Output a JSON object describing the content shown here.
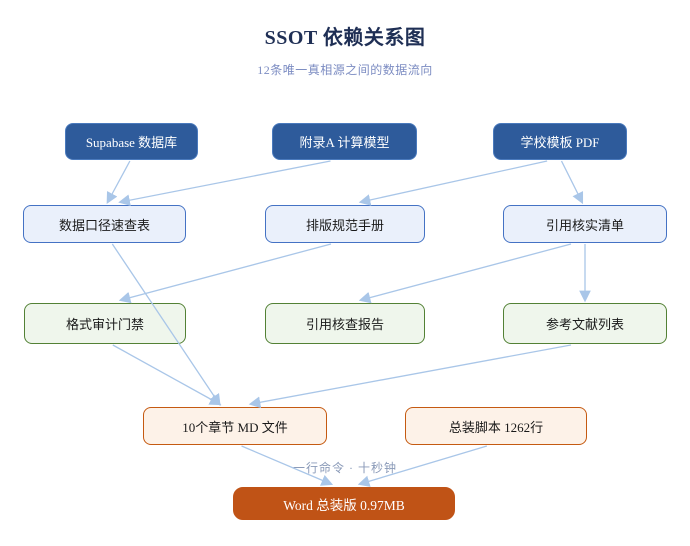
{
  "header": {
    "title": "SSOT 依赖关系图",
    "subtitle": "12条唯一真相源之间的数据流向"
  },
  "nodes": [
    {
      "id": "supabase-db",
      "label": "Supabase 数据库",
      "type": "source"
    },
    {
      "id": "appendix-a-model",
      "label": "附录A 计算模型",
      "type": "source"
    },
    {
      "id": "school-template-pdf",
      "label": "学校模板 PDF",
      "type": "source"
    },
    {
      "id": "data-caliber-sheet",
      "label": "数据口径速查表",
      "type": "doc"
    },
    {
      "id": "typesetting-manual",
      "label": "排版规范手册",
      "type": "doc"
    },
    {
      "id": "citation-verify-list",
      "label": "引用核实清单",
      "type": "doc"
    },
    {
      "id": "format-audit-gate",
      "label": "格式审计门禁",
      "type": "check"
    },
    {
      "id": "citation-check-report",
      "label": "引用核查报告",
      "type": "check"
    },
    {
      "id": "reference-list",
      "label": "参考文献列表",
      "type": "check"
    },
    {
      "id": "chapter-md-files",
      "label": "10个章节 MD 文件",
      "type": "build"
    },
    {
      "id": "assembly-script",
      "label": "总装脚本 1262行",
      "type": "build"
    },
    {
      "id": "word-final",
      "label": "Word 总装版 0.97MB",
      "type": "final"
    }
  ],
  "edges": [
    [
      "supabase-db",
      "data-caliber-sheet"
    ],
    [
      "appendix-a-model",
      "data-caliber-sheet"
    ],
    [
      "school-template-pdf",
      "typesetting-manual"
    ],
    [
      "school-template-pdf",
      "citation-verify-list"
    ],
    [
      "typesetting-manual",
      "format-audit-gate"
    ],
    [
      "citation-verify-list",
      "citation-check-report"
    ],
    [
      "citation-verify-list",
      "reference-list"
    ],
    [
      "data-caliber-sheet",
      "chapter-md-files"
    ],
    [
      "format-audit-gate",
      "chapter-md-files"
    ],
    [
      "reference-list",
      "chapter-md-files"
    ],
    [
      "chapter-md-files",
      "word-final"
    ],
    [
      "assembly-script",
      "word-final"
    ]
  ],
  "annotation": {
    "pipeline_note": "一行命令 · 十秒钟"
  },
  "colors": {
    "source_fill": "#2E5B9B",
    "doc_fill": "#EAF0FB",
    "doc_border": "#4472C4",
    "check_fill": "#EFF6EC",
    "check_border": "#538135",
    "build_fill": "#FDF2E8",
    "build_border": "#C55A11",
    "final_fill": "#C05316",
    "arrow": "#A9C6E8",
    "title_text": "#1F2F55",
    "subtitle_text": "#7C8CC2"
  }
}
